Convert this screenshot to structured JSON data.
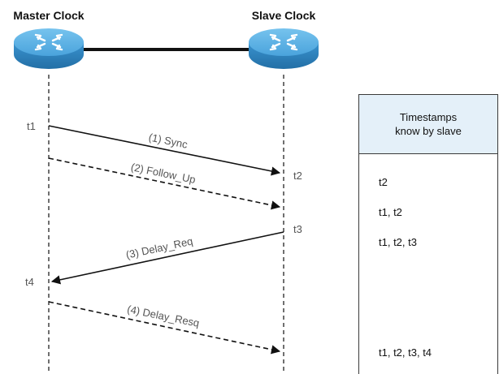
{
  "nodes": {
    "master": {
      "title": "Master Clock",
      "icon": "router-icon"
    },
    "slave": {
      "title": "Slave Clock",
      "icon": "router-icon"
    }
  },
  "timestamps": {
    "t1": "t1",
    "t2": "t2",
    "t3": "t3",
    "t4": "t4"
  },
  "messages": {
    "sync": "(1) Sync",
    "follow_up": "(2) Follow_Up",
    "delay_req": "(3) Delay_Req",
    "delay_resq": "(4) Delay_Resq"
  },
  "panel": {
    "header_line1": "Timestamps",
    "header_line2": "know by slave",
    "rows": [
      "t2",
      "t1, t2",
      "t1, t2, t3",
      "t1, t2, t3, t4"
    ]
  },
  "colors": {
    "router_top": "#5fb4e6",
    "router_side": "#2f86c4",
    "panel_header_bg": "#e4f0f9"
  }
}
